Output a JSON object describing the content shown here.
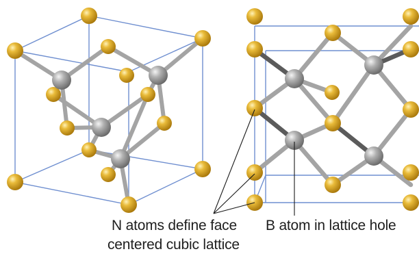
{
  "diagram": {
    "labels": {
      "n_atoms_line1": "N atoms define face",
      "n_atoms_line2": "centered cubic lattice",
      "b_atom": "B atom in lattice hole"
    },
    "colors": {
      "cell_edge": "#6f8fd0",
      "bond": "#a9a9a9",
      "n_atom": "#d8a520",
      "b_atom": "#9a9a9a",
      "pointer": "#1a1a1a",
      "text": "#1e1e1e"
    },
    "atom_types": [
      "N",
      "B"
    ]
  }
}
